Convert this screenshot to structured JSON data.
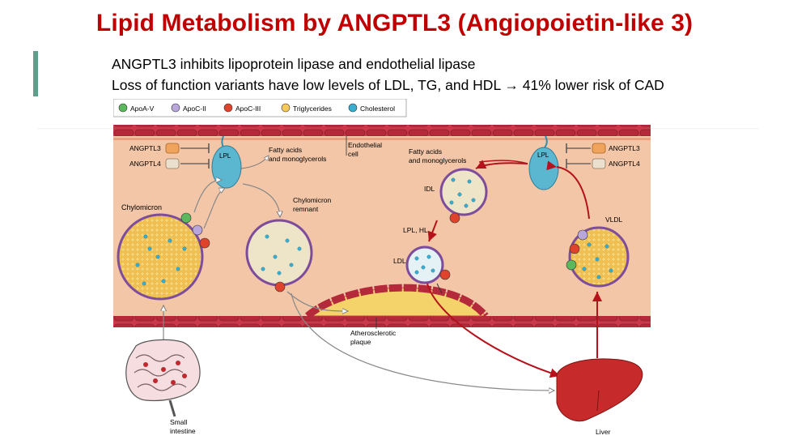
{
  "slide": {
    "title": "Lipid Metabolism by ANGPTL3 (Angiopoietin-like 3)",
    "bullets": [
      "ANGPTL3 inhibits lipoprotein lipase and endothelial lipase",
      "Loss of function variants have low levels of LDL, TG, and HDL   → 41% lower risk of CAD"
    ],
    "accent_color": "#5f9e8a",
    "title_color": "#c00000"
  },
  "figure": {
    "legend": [
      {
        "label": "ApoA-V",
        "color": "#5cb85c"
      },
      {
        "label": "ApoC-II",
        "color": "#b9a6dc"
      },
      {
        "label": "ApoC-III",
        "color": "#e0432b"
      },
      {
        "label": "Triglycerides",
        "color": "#f6c95a"
      },
      {
        "label": "Cholesterol",
        "color": "#3aaed0"
      }
    ],
    "labels": {
      "angptl3_left": "ANGPTL3",
      "angptl4_left": "ANGPTL4",
      "lpl_left": "LPL",
      "fatty_acids_left": "Fatty acids",
      "monoglycerols_left": "and monoglycerols",
      "endothelial": "Endothelial",
      "cell": "cell",
      "chylomicron": "Chylomicron",
      "remnant_1": "Chylomicron",
      "remnant_2": "remnant",
      "fatty_acids_right": "Fatty acids",
      "monoglycerols_right": "and monoglycerols",
      "idl": "IDL",
      "lpl_hl": "LPL, HL",
      "ldl": "LDL",
      "lpl_right": "LPL",
      "angptl3_right": "ANGPTL3",
      "angptl4_right": "ANGPTL4",
      "vldl": "VLDL",
      "plaque_1": "Atherosclerotic",
      "plaque_2": "plaque",
      "small_1": "Small",
      "small_2": "intestine",
      "liver": "Liver"
    },
    "colors": {
      "vessel": "#f3c6a8",
      "endothelium": "#c9394a",
      "lpl": "#5bb6d0",
      "plaque": "#f4d36a",
      "arrow_red": "#b5121b",
      "arrow_gray": "#888888",
      "liver": "#c62a2a"
    }
  }
}
